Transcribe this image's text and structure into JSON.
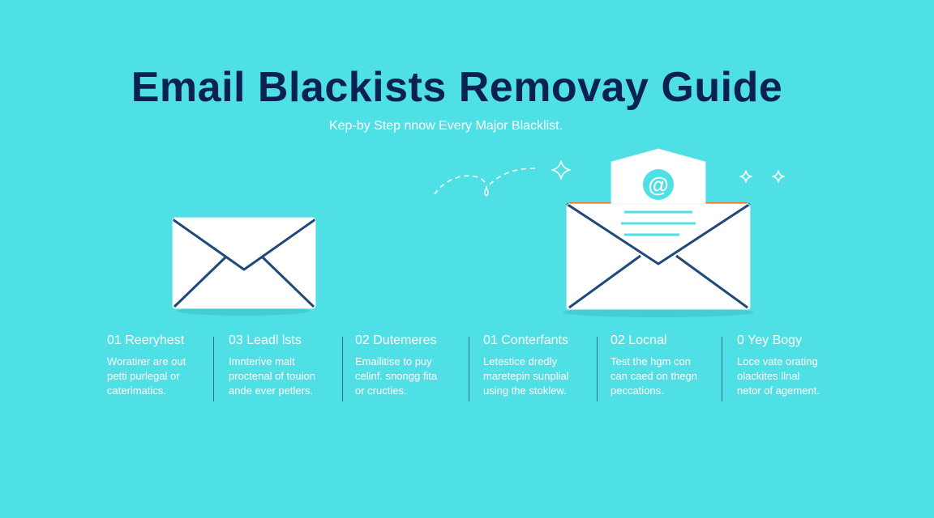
{
  "header": {
    "title": "Email Blackists Removay Guide",
    "subtitle": "Kep-by Step nnow Every Major Blacklist."
  },
  "illustration": {
    "at_symbol": "@",
    "icons": [
      "envelope-closed-icon",
      "envelope-open-icon",
      "letter-icon",
      "at-icon",
      "sparkle-icon",
      "dashed-path-icon"
    ]
  },
  "steps": [
    {
      "title": "01 Reeryhest",
      "desc": "Woratirer are out\npetti purlegal or\ncaterimatics."
    },
    {
      "title": "03 Leadl lsts",
      "desc": "Imnterive malt\nproctenal of touion\nande ever petlers."
    },
    {
      "title": "02 Dutemeres",
      "desc": "Emailitise to puy\ncelinf. snongg fita\nor cructies."
    },
    {
      "title": "01 Conterfants",
      "desc": "Letestice dredly\nmaretepin sunplial\nusing the stoklew."
    },
    {
      "title": "02 Locnal",
      "desc": "Test the hgm con\ncan caed on thegn\npeccations."
    },
    {
      "title": "0 Yey Bogy",
      "desc": "Loce vate orating\nolackites llnal\nnetor of agement."
    }
  ],
  "colors": {
    "background": "#4fe0e6",
    "title": "#0b2153",
    "envelope_stroke": "#1f4a78",
    "accent_orange": "#f0702c"
  }
}
